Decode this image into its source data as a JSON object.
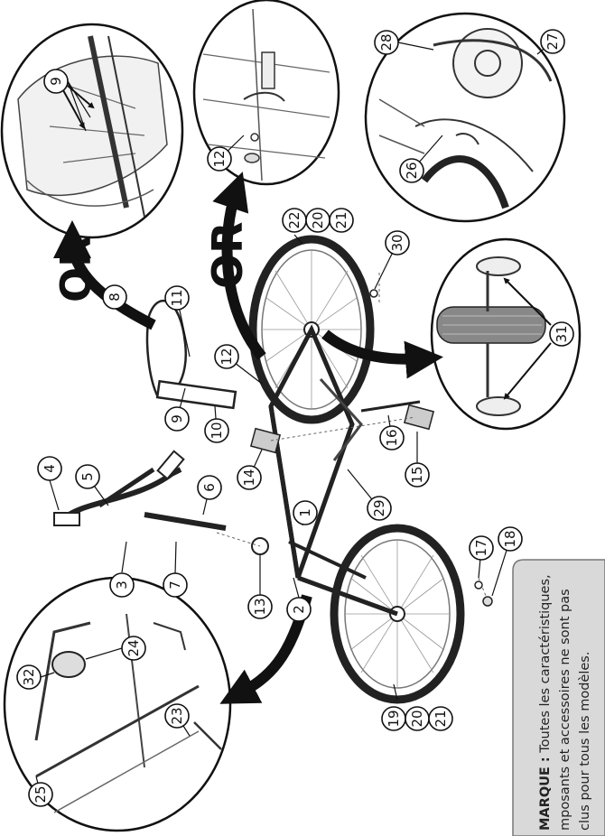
{
  "diagram": {
    "callouts": [
      "1",
      "2",
      "3",
      "4",
      "5",
      "6",
      "7",
      "8",
      "9",
      "10",
      "11",
      "12",
      "13",
      "14",
      "15",
      "16",
      "17",
      "18",
      "19",
      "20",
      "21",
      "22",
      "20",
      "21",
      "23",
      "24",
      "25",
      "26",
      "27",
      "28",
      "29",
      "30",
      "31",
      "32",
      "9",
      "12"
    ],
    "or_labels": [
      "OR",
      "OR"
    ],
    "note": {
      "lead": "MARQUE :",
      "line1": " Toutes les caractéristiques,",
      "line2": "mposants et accessoires ne sont pas",
      "line3": "clus pour tous les modèles."
    }
  },
  "colors": {
    "ink": "#111111",
    "note_bg": "#d9d9d9",
    "background": "#ffffff"
  }
}
